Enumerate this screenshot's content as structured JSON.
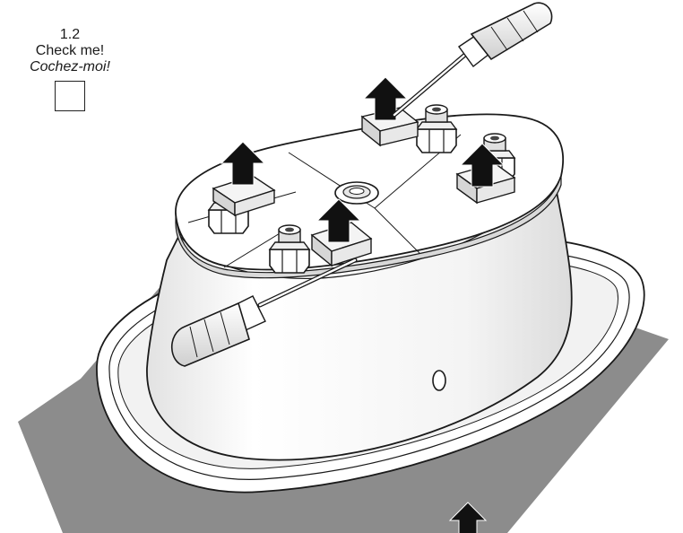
{
  "step": {
    "number": "1.2",
    "check_label_en": "Check me!",
    "check_label_fr": "Cochez-moi!",
    "checkbox_checked": false
  },
  "colors": {
    "floor_shadow": "#8c8c8c",
    "outline": "#1a1a1a",
    "arrow": "#111111",
    "tub_body": "#ffffff",
    "tub_shade": "#d9d9d9"
  },
  "icons": {
    "up_arrow": "up-arrow-icon",
    "screwdriver": "screwdriver-icon",
    "leveling_foot": "leveling-foot-icon",
    "drain": "drain-icon",
    "overflow_hole": "overflow-hole-icon"
  }
}
